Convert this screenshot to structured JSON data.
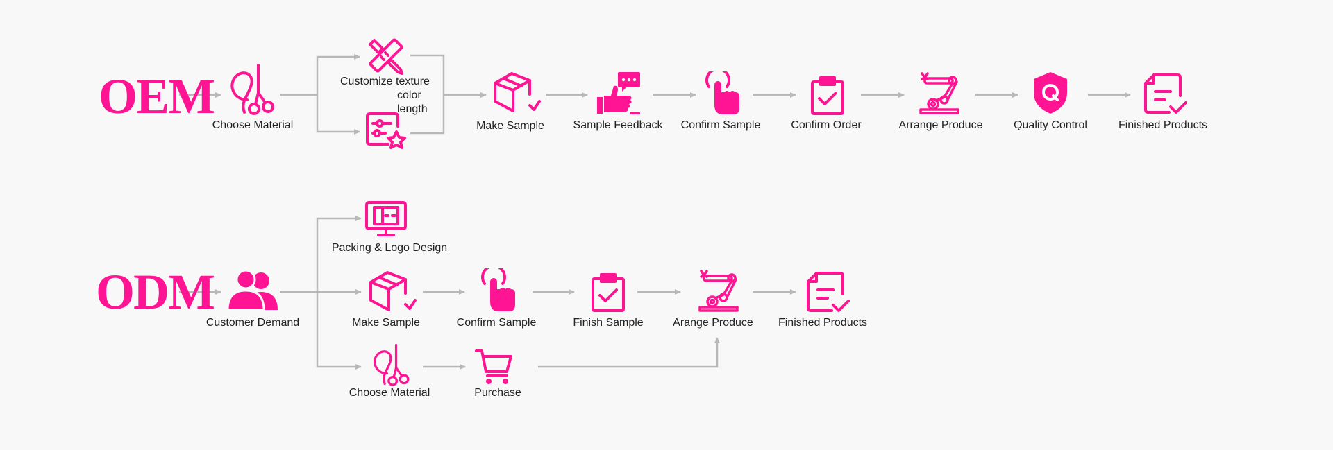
{
  "colors": {
    "accent": "#ff1493",
    "connector": "#b8b8b8",
    "text": "#222222",
    "background": "#f8f8f8"
  },
  "oem": {
    "title": "OEM",
    "choose_material": {
      "label": "Choose Material",
      "icon": "scissors-thread-icon"
    },
    "customize": {
      "icon_top": "pencil-ruler-icon",
      "icon_bottom": "settings-star-icon",
      "lines": [
        "Customize texture",
        "color",
        "length"
      ]
    },
    "make_sample": {
      "label": "Make Sample",
      "icon": "box-check-icon"
    },
    "sample_feedback": {
      "label": "Sample Feedback",
      "icon": "thumbs-up-rating-icon"
    },
    "confirm_sample": {
      "label": "Confirm Sample",
      "icon": "finger-tap-icon"
    },
    "confirm_order": {
      "label": "Confirm Order",
      "icon": "clipboard-check-icon"
    },
    "arrange_produce": {
      "label": "Arrange Produce",
      "icon": "robot-arm-icon"
    },
    "quality_control": {
      "label": "Quality Control",
      "icon": "shield-q-icon"
    },
    "finished_products": {
      "label": "Finished Products",
      "icon": "document-check-icon"
    }
  },
  "odm": {
    "title": "ODM",
    "customer_demand": {
      "label": "Customer Demand",
      "icon": "users-icon"
    },
    "packing_logo": {
      "label": "Packing & Logo Design",
      "icon": "monitor-layout-icon"
    },
    "make_sample": {
      "label": "Make Sample",
      "icon": "box-check-icon"
    },
    "confirm_sample": {
      "label": "Confirm Sample",
      "icon": "finger-tap-icon"
    },
    "finish_sample": {
      "label": "Finish Sample",
      "icon": "clipboard-check-icon"
    },
    "arange_produce": {
      "label": "Arange Produce",
      "icon": "robot-arm-icon"
    },
    "finished_products": {
      "label": "Finished Products",
      "icon": "document-check-icon"
    },
    "choose_material": {
      "label": "Choose Material",
      "icon": "scissors-thread-icon"
    },
    "purchase": {
      "label": "Purchase",
      "icon": "shopping-cart-icon"
    }
  }
}
